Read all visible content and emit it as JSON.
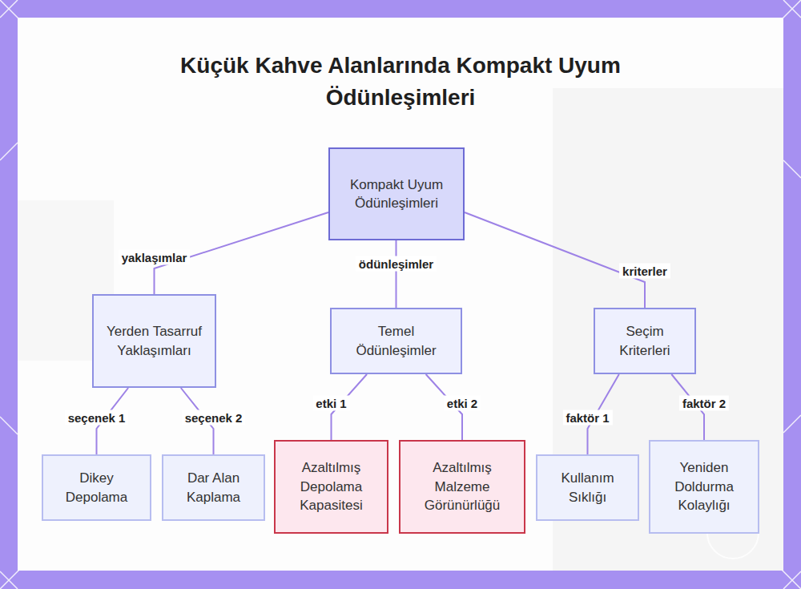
{
  "diagram": {
    "title": "Küçük Kahve Alanlarında Kompakt Uyum Ödünleşimleri",
    "nodes": [
      {
        "text": [
          "Kompakt Uyum Ödünleşimleri"
        ]
      },
      {
        "text": [
          "Yerden Tasarruf Yaklaşımları"
        ]
      },
      {
        "text": [
          "Temel Ödünleşimler"
        ]
      },
      {
        "text": [
          "Seçim Kriterleri"
        ]
      },
      {
        "text": [
          "Dikey Depolama"
        ]
      },
      {
        "text": [
          "Dar Alan Kaplama"
        ]
      },
      {
        "text": [
          "Azaltılmış Depolama Kapasitesi"
        ]
      },
      {
        "text": [
          "Azaltılmış Malzeme Görünürlüğü"
        ]
      },
      {
        "text": [
          "Kullanım Sıklığı"
        ]
      },
      {
        "text": [
          "Yeniden Doldurma Kolaylığı"
        ]
      }
    ],
    "edges": [
      {
        "from": 0,
        "to": 1,
        "arrow": "none",
        "label": "yaklaşımlar"
      },
      {
        "from": 0,
        "to": 2,
        "arrow": "none",
        "label": "ödünleşimler"
      },
      {
        "from": 0,
        "to": 3,
        "arrow": "none",
        "label": "kriterler"
      },
      {
        "from": 1,
        "to": 4,
        "arrow": "none",
        "label": "seçenek 1"
      },
      {
        "from": 1,
        "to": 5,
        "arrow": "none",
        "label": "seçenek 2"
      },
      {
        "from": 2,
        "to": 6,
        "arrow": "none",
        "label": "etki 1"
      },
      {
        "from": 2,
        "to": 7,
        "arrow": "none",
        "label": "etki 2"
      },
      {
        "from": 3,
        "to": 8,
        "arrow": "none",
        "label": "faktör 1"
      },
      {
        "from": 3,
        "to": 9,
        "arrow": "none",
        "label": "faktör 2"
      }
    ]
  }
}
